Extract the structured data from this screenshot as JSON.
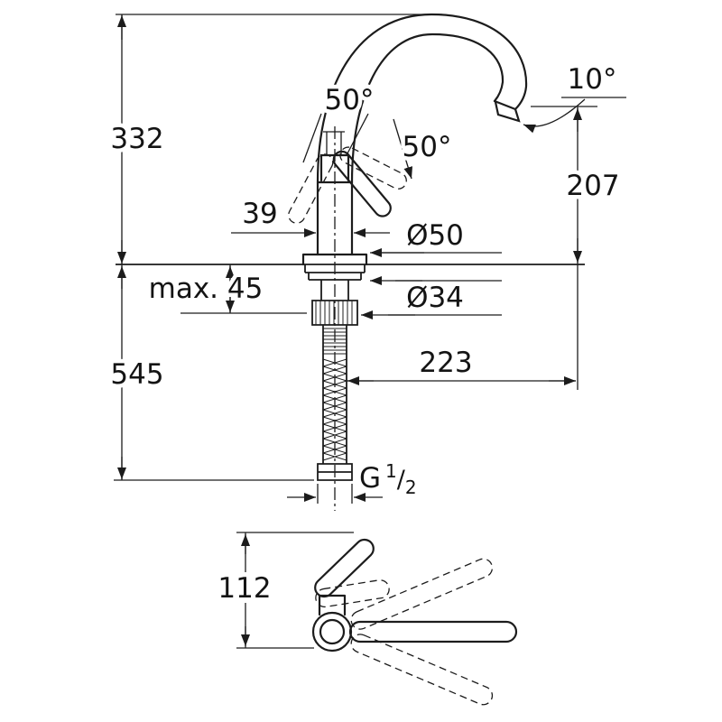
{
  "colors": {
    "background": "#ffffff",
    "line": "#1c1c1c",
    "text": "#141414"
  },
  "labels": {
    "height_total": "332",
    "under_counter_height": "545",
    "max_deck_thickness": "max. 45",
    "body_width": "39",
    "escutcheon_dia": "Ø50",
    "hole_dia": "Ø34",
    "spout_height": "207",
    "spout_angle": "10°",
    "handle_angle_left": "50°",
    "handle_angle_right": "50°",
    "projection": "223",
    "handle_clearance": "112",
    "thread": {
      "prefix": "G",
      "numerator": "1",
      "slash": "/",
      "denominator": "2"
    }
  }
}
